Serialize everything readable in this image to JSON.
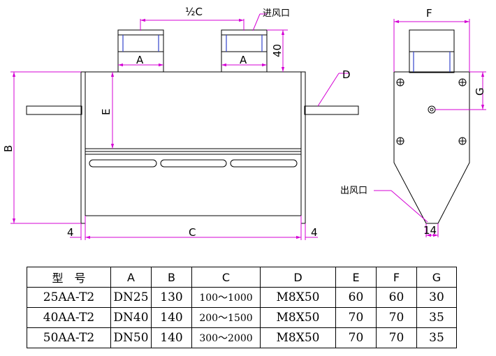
{
  "drawing": {
    "dims": {
      "half_c": "½C",
      "inlet_a_left": "A",
      "inlet_a_right": "A",
      "inlet_height": "40",
      "b": "B",
      "e": "E",
      "c": "C",
      "left_4": "4",
      "right_4": "4",
      "d": "D",
      "f": "F",
      "g": "G",
      "outlet_14": "14"
    },
    "labels": {
      "inlet": "进风口",
      "outlet": "出风口"
    }
  },
  "table": {
    "headers": [
      "型　号",
      "A",
      "B",
      "C",
      "D",
      "E",
      "F",
      "G"
    ],
    "rows": [
      [
        "25AA-T2",
        "DN25",
        "130",
        "100～1000",
        "M8X50",
        "60",
        "60",
        "30"
      ],
      [
        "40AA-T2",
        "DN40",
        "140",
        "200～1500",
        "M8X50",
        "70",
        "70",
        "35"
      ],
      [
        "50AA-T2",
        "DN50",
        "140",
        "300～2000",
        "M8X50",
        "70",
        "70",
        "35"
      ]
    ]
  }
}
